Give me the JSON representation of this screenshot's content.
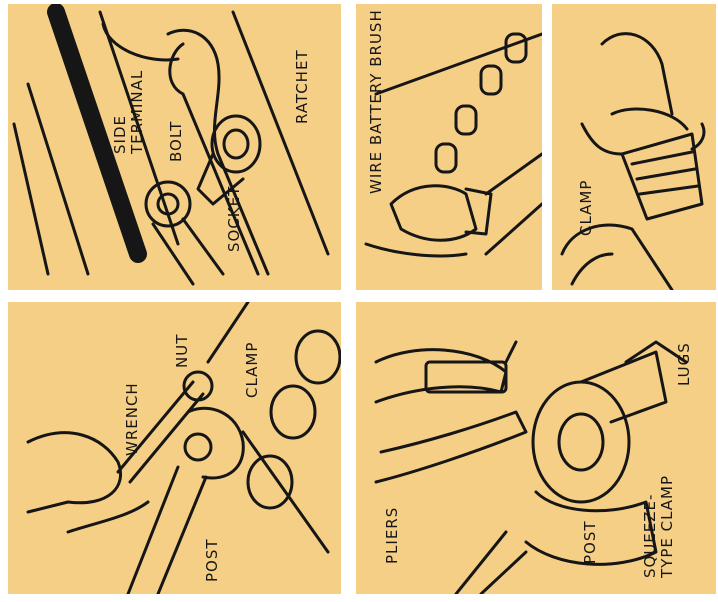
{
  "panels": {
    "terminal": {
      "side_terminal": "SIDE\nTERMINAL",
      "bolt": "BOLT",
      "socket": "SOCKET",
      "ratchet": "RATCHET"
    },
    "brush": {
      "wire_battery_brush": "WIRE BATTERY BRUSH"
    },
    "clamp_tool": {
      "clamp": "CLAMP"
    },
    "wrench": {
      "wrench": "WRENCH",
      "nut": "NUT",
      "clamp": "CLAMP",
      "post": "POST"
    },
    "pliers": {
      "pliers": "PLIERS",
      "lugs": "LUGS",
      "post": "POST",
      "squeeze_type_clamp": "SQUEEZE-\nTYPE CLAMP"
    }
  },
  "colors": {
    "panel_bg": "#f6cf86",
    "ink": "#161616",
    "page_bg": "#ffffff"
  }
}
